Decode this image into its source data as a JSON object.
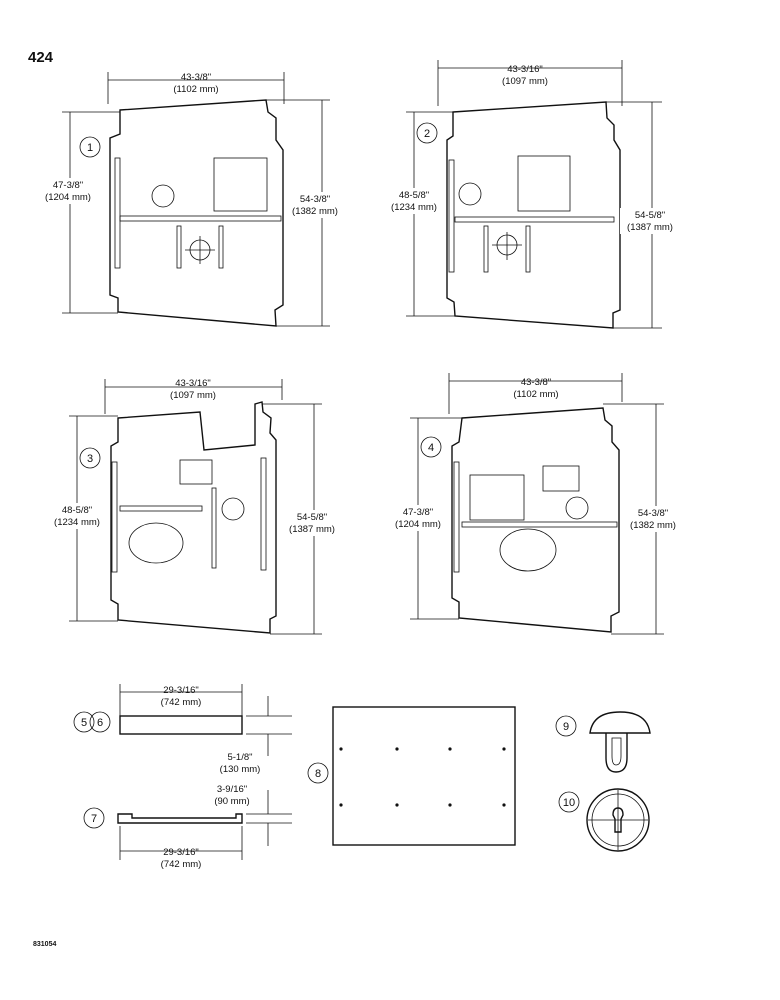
{
  "page_number": "424",
  "drawing_code": "831054",
  "parts": {
    "p1": {
      "callout": "1",
      "width_in": "43-3/8\"",
      "width_mm": "(1102 mm)",
      "left_in": "47-3/8\"",
      "left_mm": "(1204 mm)",
      "right_in": "54-3/8\"",
      "right_mm": "(1382 mm)"
    },
    "p2": {
      "callout": "2",
      "width_in": "43-3/16\"",
      "width_mm": "(1097 mm)",
      "left_in": "48-5/8\"",
      "left_mm": "(1234 mm)",
      "right_in": "54-5/8\"",
      "right_mm": "(1387 mm)"
    },
    "p3": {
      "callout": "3",
      "width_in": "43-3/16\"",
      "width_mm": "(1097 mm)",
      "left_in": "48-5/8\"",
      "left_mm": "(1234 mm)",
      "right_in": "54-5/8\"",
      "right_mm": "(1387 mm)"
    },
    "p4": {
      "callout": "4",
      "width_in": "43-3/8\"",
      "width_mm": "(1102 mm)",
      "left_in": "47-3/8\"",
      "left_mm": "(1204 mm)",
      "right_in": "54-3/8\"",
      "right_mm": "(1382 mm)"
    },
    "p56": {
      "callout_a": "5",
      "callout_b": "6",
      "length_in": "29-3/16\"",
      "length_mm": "(742 mm)",
      "height_in": "5-1/8\"",
      "height_mm": "(130 mm)"
    },
    "p7": {
      "callout": "7",
      "length_in": "29-3/16\"",
      "length_mm": "(742 mm)",
      "height_in": "3-9/16\"",
      "height_mm": "(90 mm)"
    },
    "p8": {
      "callout": "8"
    },
    "p9": {
      "callout": "9"
    },
    "p10": {
      "callout": "10"
    }
  }
}
